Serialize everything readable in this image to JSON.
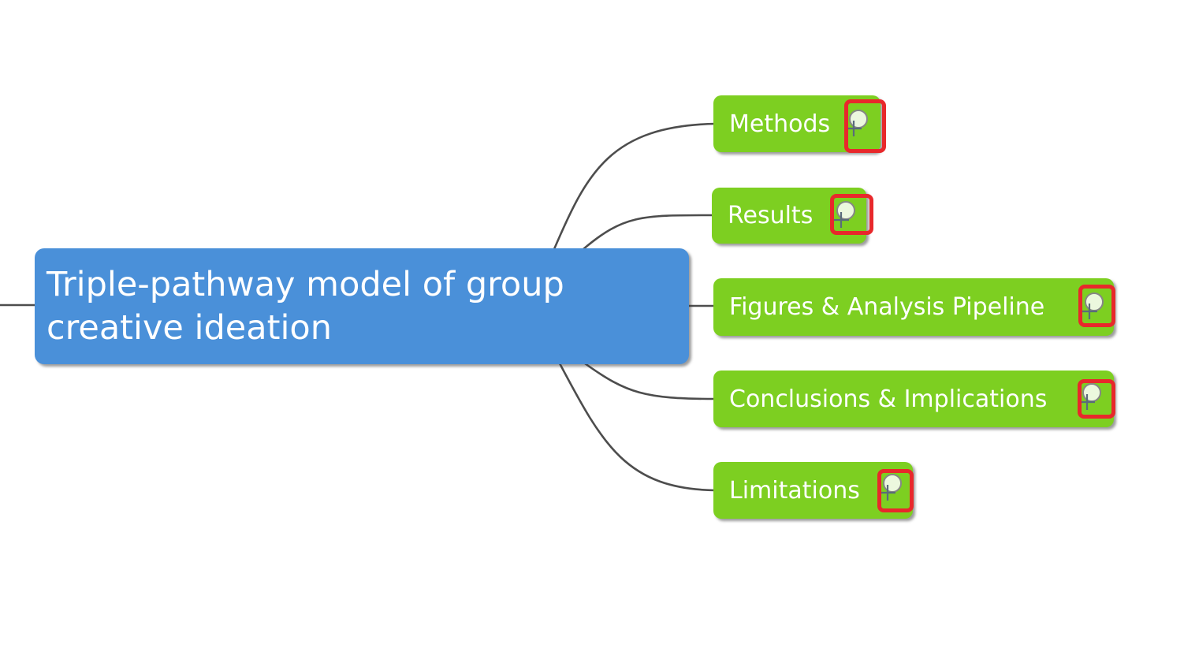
{
  "mindmap": {
    "root": {
      "label": "Triple-pathway model of group creative ideation"
    },
    "children": [
      {
        "label": "Methods"
      },
      {
        "label": "Results"
      },
      {
        "label": "Figures & Analysis Pipeline"
      },
      {
        "label": "Conclusions & Implications"
      },
      {
        "label": "Limitations"
      }
    ]
  },
  "icons": {
    "expand": "circle-plus-expand-icon"
  },
  "colors": {
    "canvas_bg": "#ffffff",
    "root_node_bg": "#4a90d9",
    "child_node_bg": "#7dcf21",
    "node_text": "#ffffff",
    "connector": "#4d4d4d",
    "highlight_box": "#e8282b",
    "expand_icon_circle": "#868686",
    "expand_icon_plus": "#5a6b7b"
  }
}
